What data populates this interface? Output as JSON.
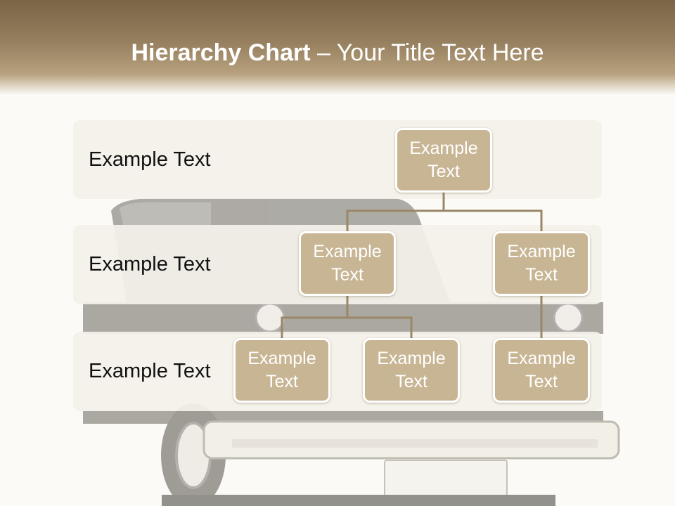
{
  "colors": {
    "header_top": "#7a6446",
    "node_fill": "#c8b594",
    "connector": "#9a8767",
    "row_band": "#f4f1ea",
    "background": "#fbfaf6"
  },
  "title": {
    "bold": "Hierarchy Chart",
    "rest": " – Your Title Text Here"
  },
  "levels": [
    {
      "label": "Example Text"
    },
    {
      "label": "Example Text"
    },
    {
      "label": "Example Text"
    }
  ],
  "nodes": [
    {
      "text": "Example Text",
      "level": 1
    },
    {
      "text": "Example Text",
      "level": 2
    },
    {
      "text": "Example Text",
      "level": 2
    },
    {
      "text": "Example Text",
      "level": 3
    },
    {
      "text": "Example Text",
      "level": 3
    },
    {
      "text": "Example Text",
      "level": 3
    }
  ],
  "background_image": "vintage-car-rear"
}
